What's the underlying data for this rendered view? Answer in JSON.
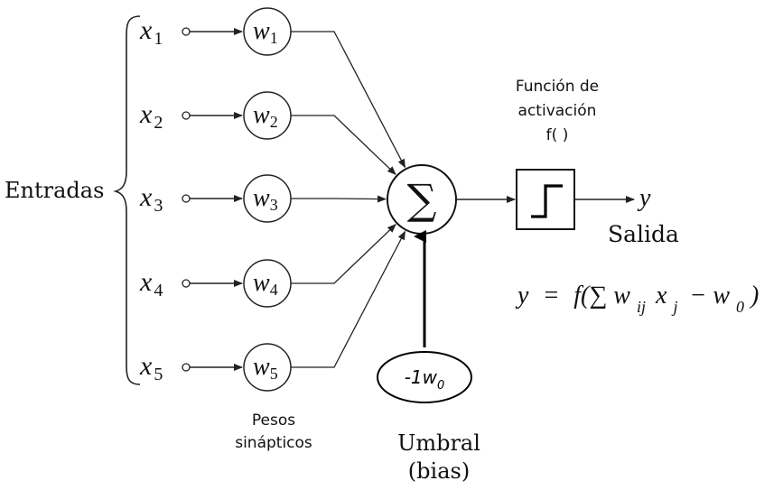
{
  "inputs_label": "Entradas",
  "inputs": [
    {
      "var": "x",
      "idx": "1",
      "weight": "w",
      "widx": "1"
    },
    {
      "var": "x",
      "idx": "2",
      "weight": "w",
      "widx": "2"
    },
    {
      "var": "x",
      "idx": "3",
      "weight": "w",
      "widx": "3"
    },
    {
      "var": "x",
      "idx": "4",
      "weight": "w",
      "widx": "4"
    },
    {
      "var": "x",
      "idx": "5",
      "weight": "w",
      "widx": "5"
    }
  ],
  "weights_caption": [
    "Pesos",
    "sinápticos"
  ],
  "sum_symbol": "∑",
  "activation_caption": [
    "Función de",
    "activación",
    "f( )"
  ],
  "output_symbol": "y",
  "output_label": "Salida",
  "bias": {
    "prefix": "-1w",
    "sub": "0"
  },
  "threshold_caption": [
    "Umbral",
    "(bias)"
  ],
  "formula": {
    "lhs": "y",
    "eq": "=",
    "body": "f(∑ w",
    "sub_ij": "ij",
    "x": "x",
    "sub_j": "j",
    "minus": "− w",
    "sub_0": "0",
    "close": ")"
  }
}
